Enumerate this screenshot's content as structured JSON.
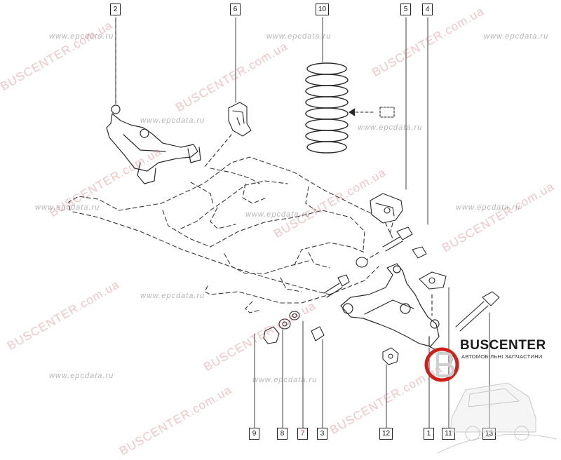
{
  "callouts": [
    {
      "id": "2",
      "label": "2"
    },
    {
      "id": "6",
      "label": "6"
    },
    {
      "id": "10",
      "label": "10"
    },
    {
      "id": "5",
      "label": "5"
    },
    {
      "id": "4",
      "label": "4"
    },
    {
      "id": "9",
      "label": "9"
    },
    {
      "id": "8",
      "label": "8"
    },
    {
      "id": "7",
      "label": "7"
    },
    {
      "id": "3",
      "label": "3"
    },
    {
      "id": "12",
      "label": "12"
    },
    {
      "id": "1",
      "label": "1"
    },
    {
      "id": "11",
      "label": "11"
    },
    {
      "id": "13",
      "label": "13"
    }
  ],
  "watermarks": {
    "brand": "BUSCENTER.com.ua",
    "epc": "www.epcdata.ru"
  },
  "logo": {
    "name": "BUSCENTER",
    "subtitle": "АВТОМОБІЛЬНІ ЗАПЧАСТИНИ"
  },
  "colors": {
    "line": "#2a2a2a",
    "highlight": "#d0201a",
    "watermark": "#d73c3c"
  }
}
